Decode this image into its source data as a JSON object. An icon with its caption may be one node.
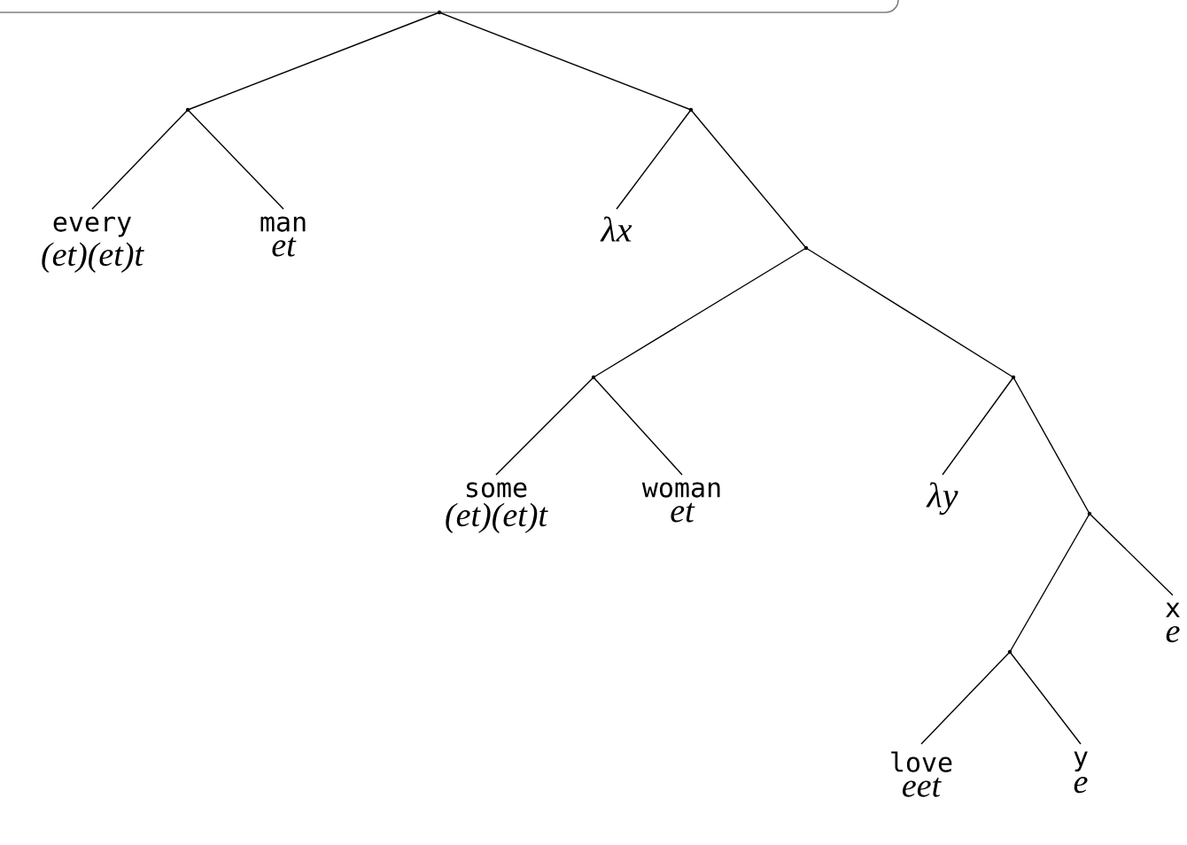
{
  "diagram": {
    "nodes": [
      {
        "text": [],
        "shape": "point"
      },
      {
        "text": [],
        "shape": "point"
      },
      {
        "text": [],
        "shape": "point"
      },
      {
        "text": [
          "every",
          "(et)(et)t"
        ]
      },
      {
        "text": [
          "man",
          "et"
        ]
      },
      {
        "text": [
          "λx"
        ]
      },
      {
        "text": [],
        "shape": "point"
      },
      {
        "text": [],
        "shape": "point"
      },
      {
        "text": [],
        "shape": "point"
      },
      {
        "text": [
          "some",
          "(et)(et)t"
        ]
      },
      {
        "text": [
          "woman",
          "et"
        ]
      },
      {
        "text": [
          "λy"
        ]
      },
      {
        "text": [],
        "shape": "point"
      },
      {
        "text": [],
        "shape": "point"
      },
      {
        "text": [
          "x",
          "e"
        ]
      },
      {
        "text": [
          "love",
          "eet"
        ]
      },
      {
        "text": [
          "y",
          "e"
        ]
      }
    ],
    "edges": [
      {
        "from": 0,
        "to": 1,
        "arrow": "none"
      },
      {
        "from": 0,
        "to": 2,
        "arrow": "none"
      },
      {
        "from": 1,
        "to": 3,
        "arrow": "none"
      },
      {
        "from": 1,
        "to": 4,
        "arrow": "none"
      },
      {
        "from": 2,
        "to": 5,
        "arrow": "none"
      },
      {
        "from": 2,
        "to": 6,
        "arrow": "none"
      },
      {
        "from": 6,
        "to": 7,
        "arrow": "none"
      },
      {
        "from": 6,
        "to": 8,
        "arrow": "none"
      },
      {
        "from": 7,
        "to": 9,
        "arrow": "none"
      },
      {
        "from": 7,
        "to": 10,
        "arrow": "none"
      },
      {
        "from": 8,
        "to": 11,
        "arrow": "none"
      },
      {
        "from": 8,
        "to": 12,
        "arrow": "none"
      },
      {
        "from": 12,
        "to": 13,
        "arrow": "none"
      },
      {
        "from": 12,
        "to": 14,
        "arrow": "none"
      },
      {
        "from": 13,
        "to": 15,
        "arrow": "none"
      },
      {
        "from": 13,
        "to": 16,
        "arrow": "none"
      }
    ]
  }
}
